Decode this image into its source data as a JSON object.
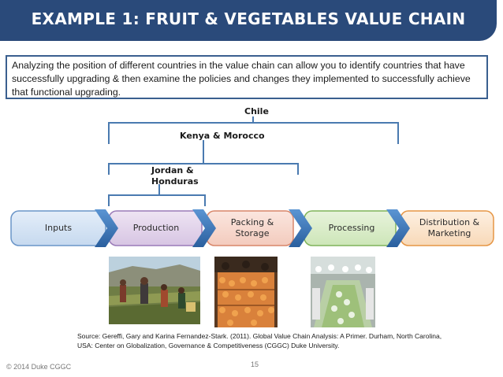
{
  "slide": {
    "title": "EXAMPLE 1:  FRUIT & VEGETABLES VALUE CHAIN",
    "intro": "Analyzing the position of different countries in the value chain can allow you to identify countries that have successfully upgrading & then examine the policies and changes they implemented to successfully achieve that functional upgrading."
  },
  "brackets": {
    "chile": "Chile",
    "kenya_morocco": "Kenya & Morocco",
    "jordan_honduras_line1": "Jordan &",
    "jordan_honduras_line2": "Honduras"
  },
  "chain": {
    "inputs": "Inputs",
    "production": "Production",
    "packing_line1": "Packing &",
    "packing_line2": "Storage",
    "processing": "Processing",
    "distribution_line1": "Distribution &",
    "distribution_line2": "Marketing"
  },
  "colors": {
    "title_bar": "#2a4a7a",
    "bracket_line": "#4a7ab0",
    "arrow": "#3a78b8"
  },
  "source": "Source: Gereffi, Gary and Karina Fernandez-Stark. (2011). Global Value Chain Analysis: A Primer. Durham, North Carolina, USA: Center on Globalization, Governance & Competitiveness (CGGC) Duke University.",
  "footer": {
    "copyright": "© 2014 Duke CGGC",
    "page": "15"
  }
}
